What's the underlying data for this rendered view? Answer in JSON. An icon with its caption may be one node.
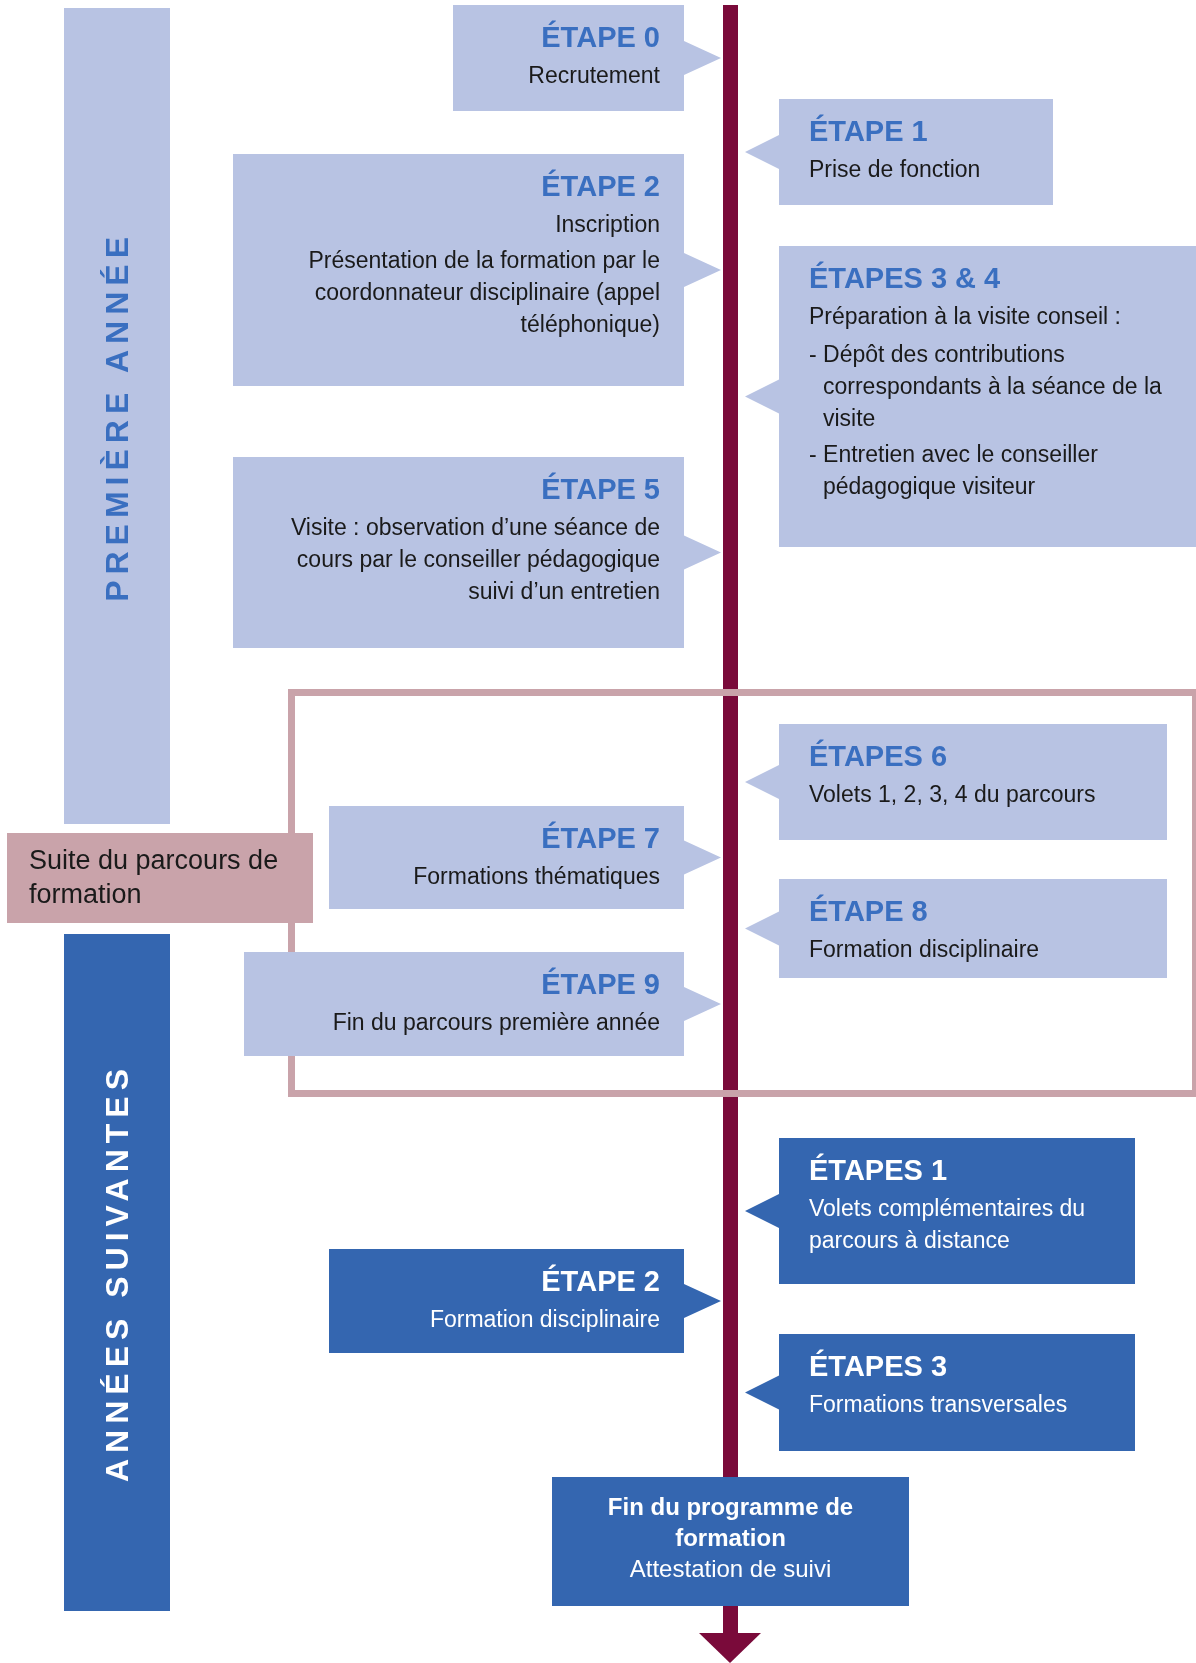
{
  "diagram": {
    "nodes": [
      {
        "text": [
          "PREMIÈRE ANNÉE"
        ]
      },
      {
        "text": [
          "ÉTAPE 0",
          "Recrutement"
        ]
      },
      {
        "text": [
          "ÉTAPE 1",
          "Prise de fonction"
        ]
      },
      {
        "text": [
          "ÉTAPE 2",
          "Inscription",
          "Présentation de la formation par le coordonnateur disciplinaire (appel téléphonique)"
        ]
      },
      {
        "text": [
          "ÉTAPES 3 & 4",
          "Préparation à la visite conseil :",
          "- Dépôt des contributions correspondants à la séance de la visite",
          "- Entretien avec le conseiller pédagogique visiteur"
        ]
      },
      {
        "text": [
          "ÉTAPE 5",
          "Visite : observation d’une séance de cours par le conseiller pédagogique suivi d’un entretien"
        ]
      },
      {
        "text": [
          "Suite du parcours de formation"
        ]
      },
      {
        "text": [
          "ÉTAPES 6",
          "Volets  1, 2, 3, 4 du parcours"
        ],
        "in": 6
      },
      {
        "text": [
          "ÉTAPE 7",
          "Formations thématiques"
        ],
        "in": 6
      },
      {
        "text": [
          "ÉTAPE 8",
          "Formation disciplinaire"
        ],
        "in": 6
      },
      {
        "text": [
          "ÉTAPE 9",
          "Fin du parcours première année"
        ],
        "in": 6
      },
      {
        "text": [
          "ANNÉES SUIVANTES"
        ]
      },
      {
        "text": [
          "ÉTAPES 1",
          "Volets complémentaires du parcours à distance"
        ]
      },
      {
        "text": [
          "ÉTAPE 2",
          "Formation disciplinaire"
        ]
      },
      {
        "text": [
          "ÉTAPES 3",
          "Formations transversales"
        ]
      },
      {
        "text": [
          "Fin du programme de formation",
          "Attestation de suivi"
        ]
      }
    ]
  }
}
